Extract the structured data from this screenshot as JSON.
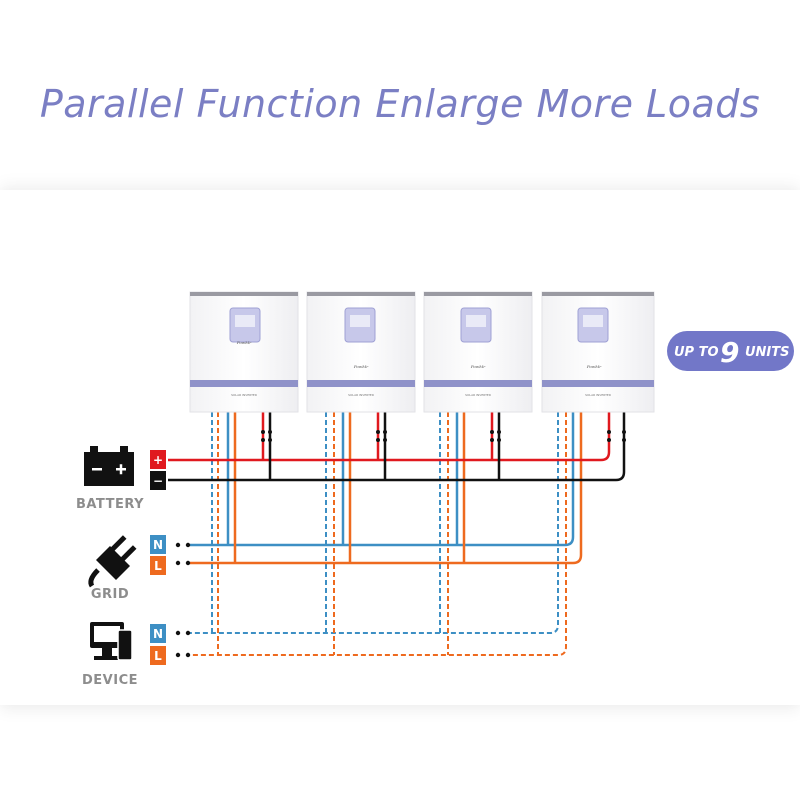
{
  "title": "Parallel Function Enlarge More Loads",
  "colors": {
    "title": "#7b7fc4",
    "badge": "#7277c8",
    "battery_positive": "#e0191f",
    "battery_negative": "#111111",
    "line_neutral": "#3d8fc4",
    "line_live": "#ee6a1f",
    "inverter_stripe": "#8f92c9",
    "legend_label": "#8d8d8d"
  },
  "badge": {
    "prefix": "UP TO",
    "number": "9",
    "suffix": "UNITS"
  },
  "inverters": [
    {
      "brand": "PowMr",
      "label": "SOLAR INVERTER"
    },
    {
      "brand": "PowMr",
      "label": "SOLAR INVERTER"
    },
    {
      "brand": "PowMr",
      "label": "SOLAR INVERTER"
    },
    {
      "brand": "PowMr",
      "label": "SOLAR INVERTER"
    }
  ],
  "legend": {
    "battery": {
      "label": "BATTERY",
      "positive": "+",
      "negative": "−",
      "icon": "battery-icon"
    },
    "grid": {
      "label": "GRID",
      "neutral": "N",
      "live": "L",
      "icon": "plug-icon"
    },
    "device": {
      "label": "DEVICE",
      "neutral": "N",
      "live": "L",
      "icon": "computer-icon"
    }
  }
}
